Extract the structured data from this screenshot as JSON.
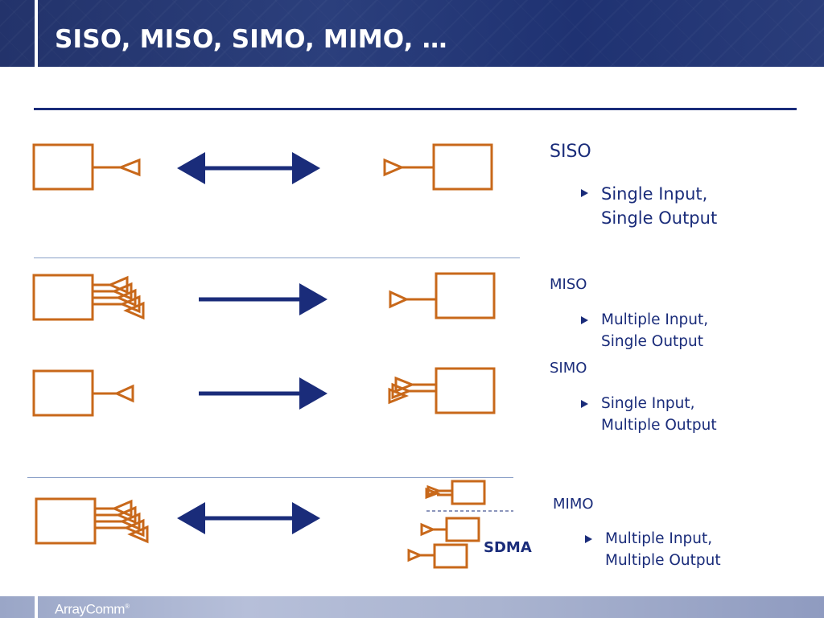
{
  "slide": {
    "title": "SISO, MISO, SIMO, MIMO, …",
    "brand": "ArrayComm",
    "brand_mark": "®"
  },
  "sections": [
    {
      "heading": "SISO",
      "bullet_line1": "Single Input,",
      "bullet_line2": "Single Output"
    },
    {
      "heading": "MISO",
      "bullet_line1": "Multiple Input,",
      "bullet_line2": "Single Output"
    },
    {
      "heading": "SIMO",
      "bullet_line1": "Single Input,",
      "bullet_line2": "Multiple Output"
    },
    {
      "heading": "MIMO",
      "bullet_line1": "Multiple Input,",
      "bullet_line2": "Multiple Output"
    }
  ],
  "diagram": {
    "sdma_label": "SDMA",
    "antenna_color": "#c8681a",
    "arrow_color": "#1a2c7a",
    "text_color": "#1a2c7a",
    "bullet_icon": "triangle-bullet-icon"
  }
}
